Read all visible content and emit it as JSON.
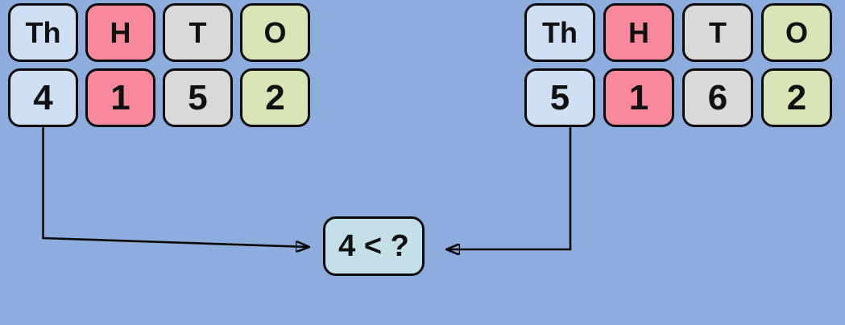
{
  "background_color": "#8dadde",
  "outline_color": "#0b0b0b",
  "columns": [
    {
      "name": "thousands",
      "label": "Th",
      "color": "#cfdff4"
    },
    {
      "name": "hundreds",
      "label": "H",
      "color": "#f8899d"
    },
    {
      "name": "tens",
      "label": "T",
      "color": "#d9d9d9"
    },
    {
      "name": "ones",
      "label": "O",
      "color": "#d8e5b7"
    }
  ],
  "left_number": {
    "value": "4152",
    "digits": [
      "4",
      "1",
      "5",
      "2"
    ]
  },
  "right_number": {
    "value": "5162",
    "digits": [
      "5",
      "1",
      "6",
      "2"
    ]
  },
  "comparison_box": {
    "text": "4 < ?",
    "fill": "#c3e0e8"
  }
}
